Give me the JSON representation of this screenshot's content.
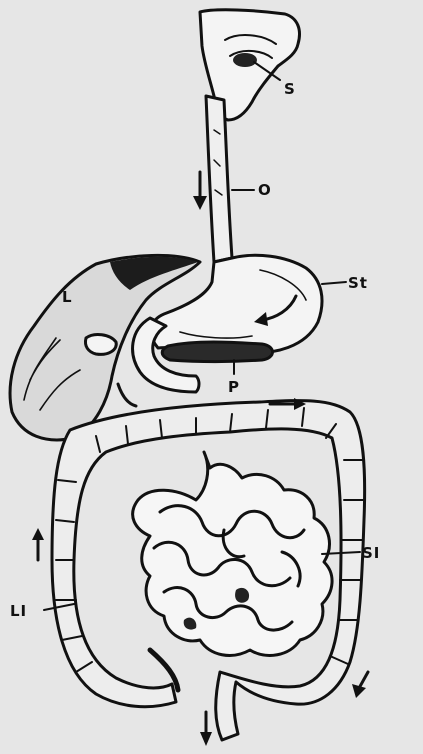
{
  "diagram": {
    "labels": {
      "salivary": "S",
      "oesophagus": "O",
      "stomach": "St",
      "liver": "L",
      "pancreas": "P",
      "small_intestine": "SI",
      "large_intestine": "LI"
    },
    "colors": {
      "background": "#e6e6e6",
      "ink": "#111111",
      "tissue": "#f2f2f2",
      "shade": "#2a2a2a"
    }
  }
}
